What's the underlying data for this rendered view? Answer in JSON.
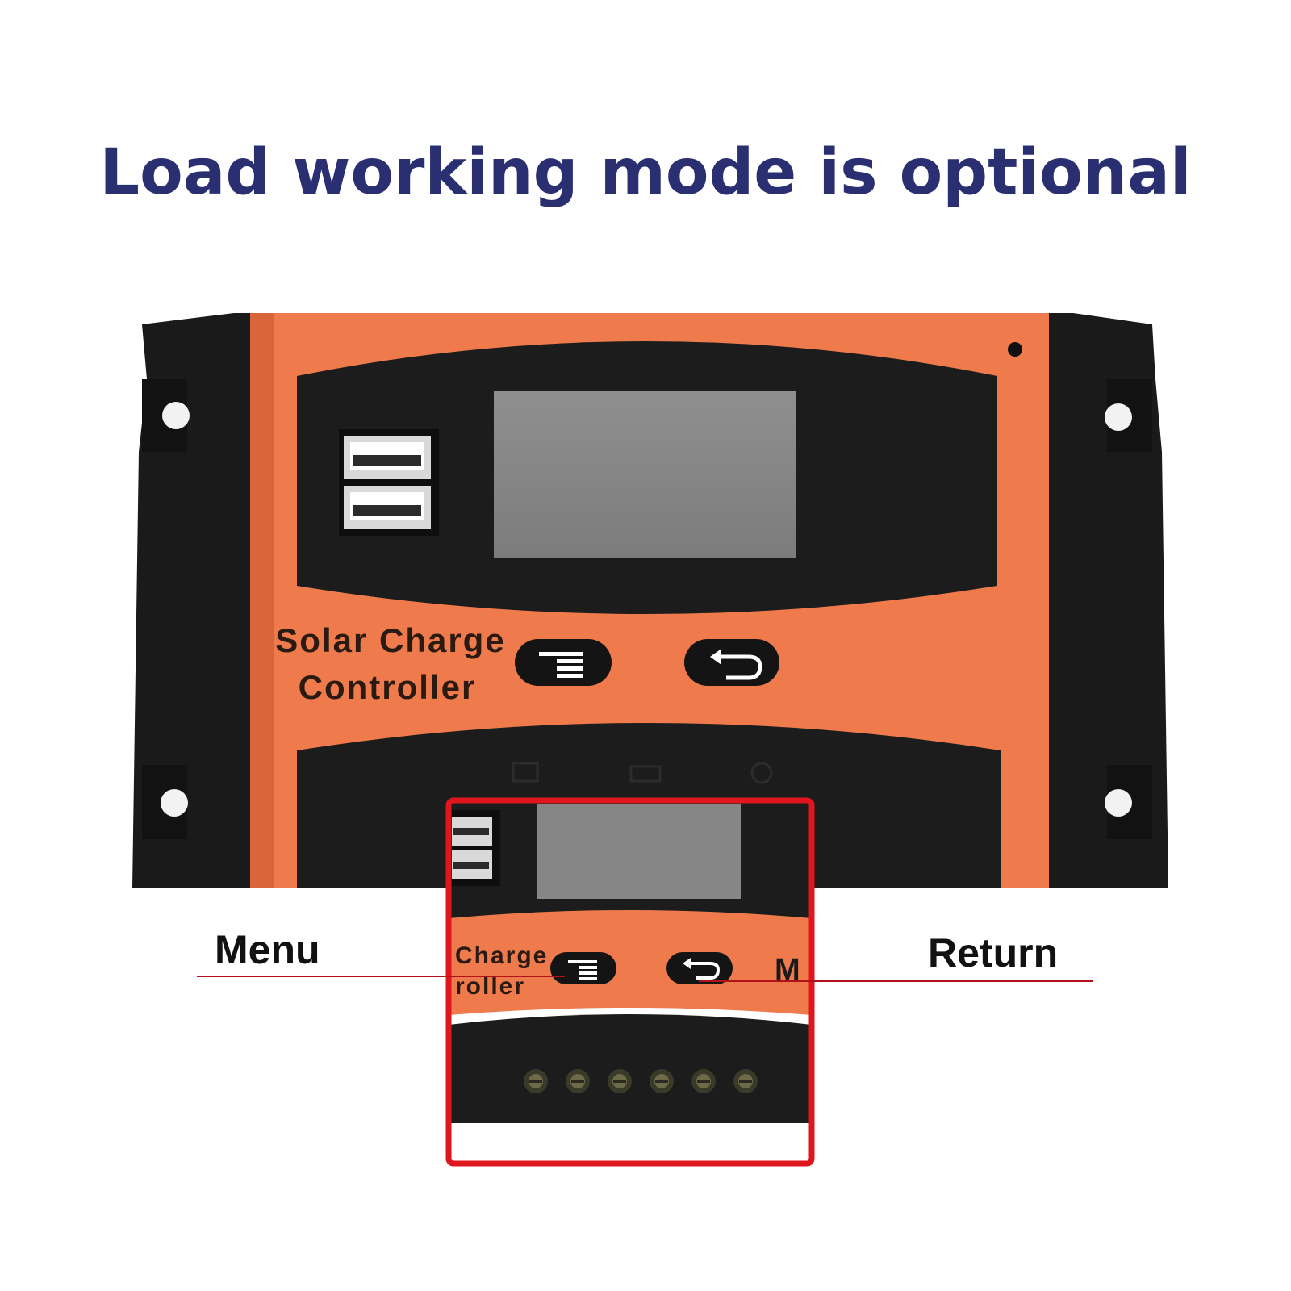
{
  "headline": "Load working mode is optional",
  "device": {
    "label_line1": "Solar Charge",
    "label_line2": "Controller",
    "body_color": "#ef7a4c",
    "housing_color": "#1b1b1b",
    "lcd_color": "#8a8a8a"
  },
  "callouts": {
    "menu": "Menu",
    "return": "Return",
    "zoom_label_line1": "Charge",
    "zoom_label_line2": "roller",
    "zoom_label_partial": "M",
    "line_color": "#b0121a",
    "frame_color": "#e0161e"
  },
  "icons": {
    "menu_button": "menu-lines-icon",
    "return_button": "return-arrow-icon",
    "usb_ports": "usb-port-icon",
    "terminals": "screw-terminal-icon"
  }
}
